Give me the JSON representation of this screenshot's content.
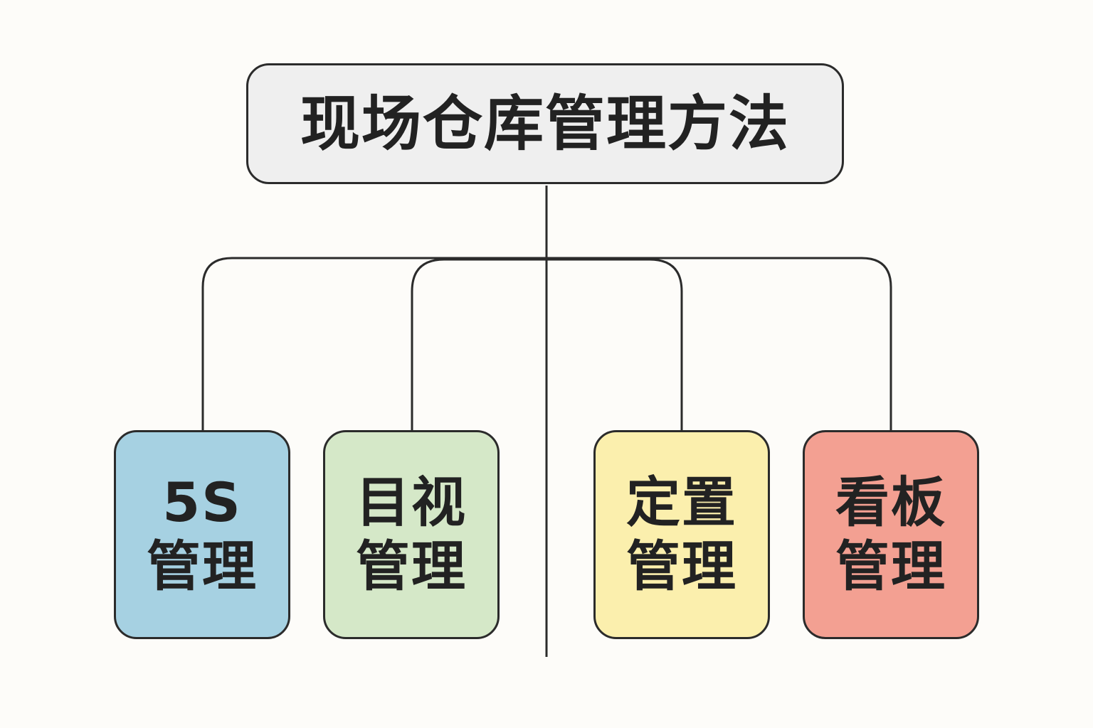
{
  "root": {
    "title": "现场仓库管理方法",
    "color": "#efefef"
  },
  "children": [
    {
      "line1": "5S",
      "line2": "管理",
      "color": "#a6d1e2"
    },
    {
      "line1": "目视",
      "line2": "管理",
      "color": "#d5e8c8"
    },
    {
      "line1": "定置",
      "line2": "管理",
      "color": "#fbefad"
    },
    {
      "line1": "看板",
      "line2": "管理",
      "color": "#f3a092"
    }
  ],
  "line_color": "#2b2b2b"
}
